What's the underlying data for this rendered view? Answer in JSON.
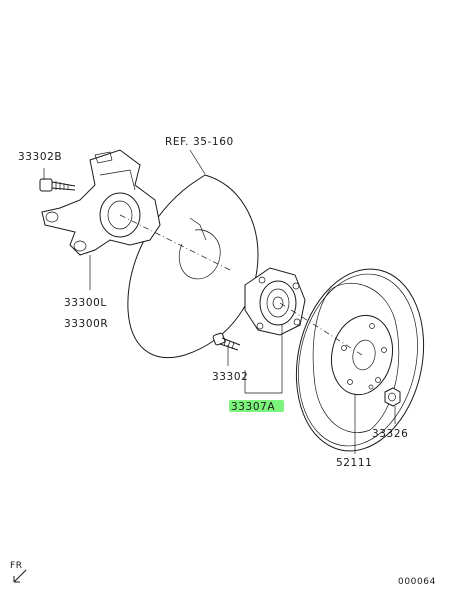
{
  "labels": {
    "ref": "REF. 35-160",
    "bolt_knuckle": "33302B",
    "knuckle_l": "33300L",
    "knuckle_r": "33300R",
    "hub_bolt": "33302",
    "hub_assy": "33307A",
    "nut": "33326",
    "rotor": "52111",
    "fr": "FR",
    "diagram_id": "000064"
  },
  "highlight_color": "#7CF57C",
  "icons": [
    "front-arrow-icon"
  ]
}
